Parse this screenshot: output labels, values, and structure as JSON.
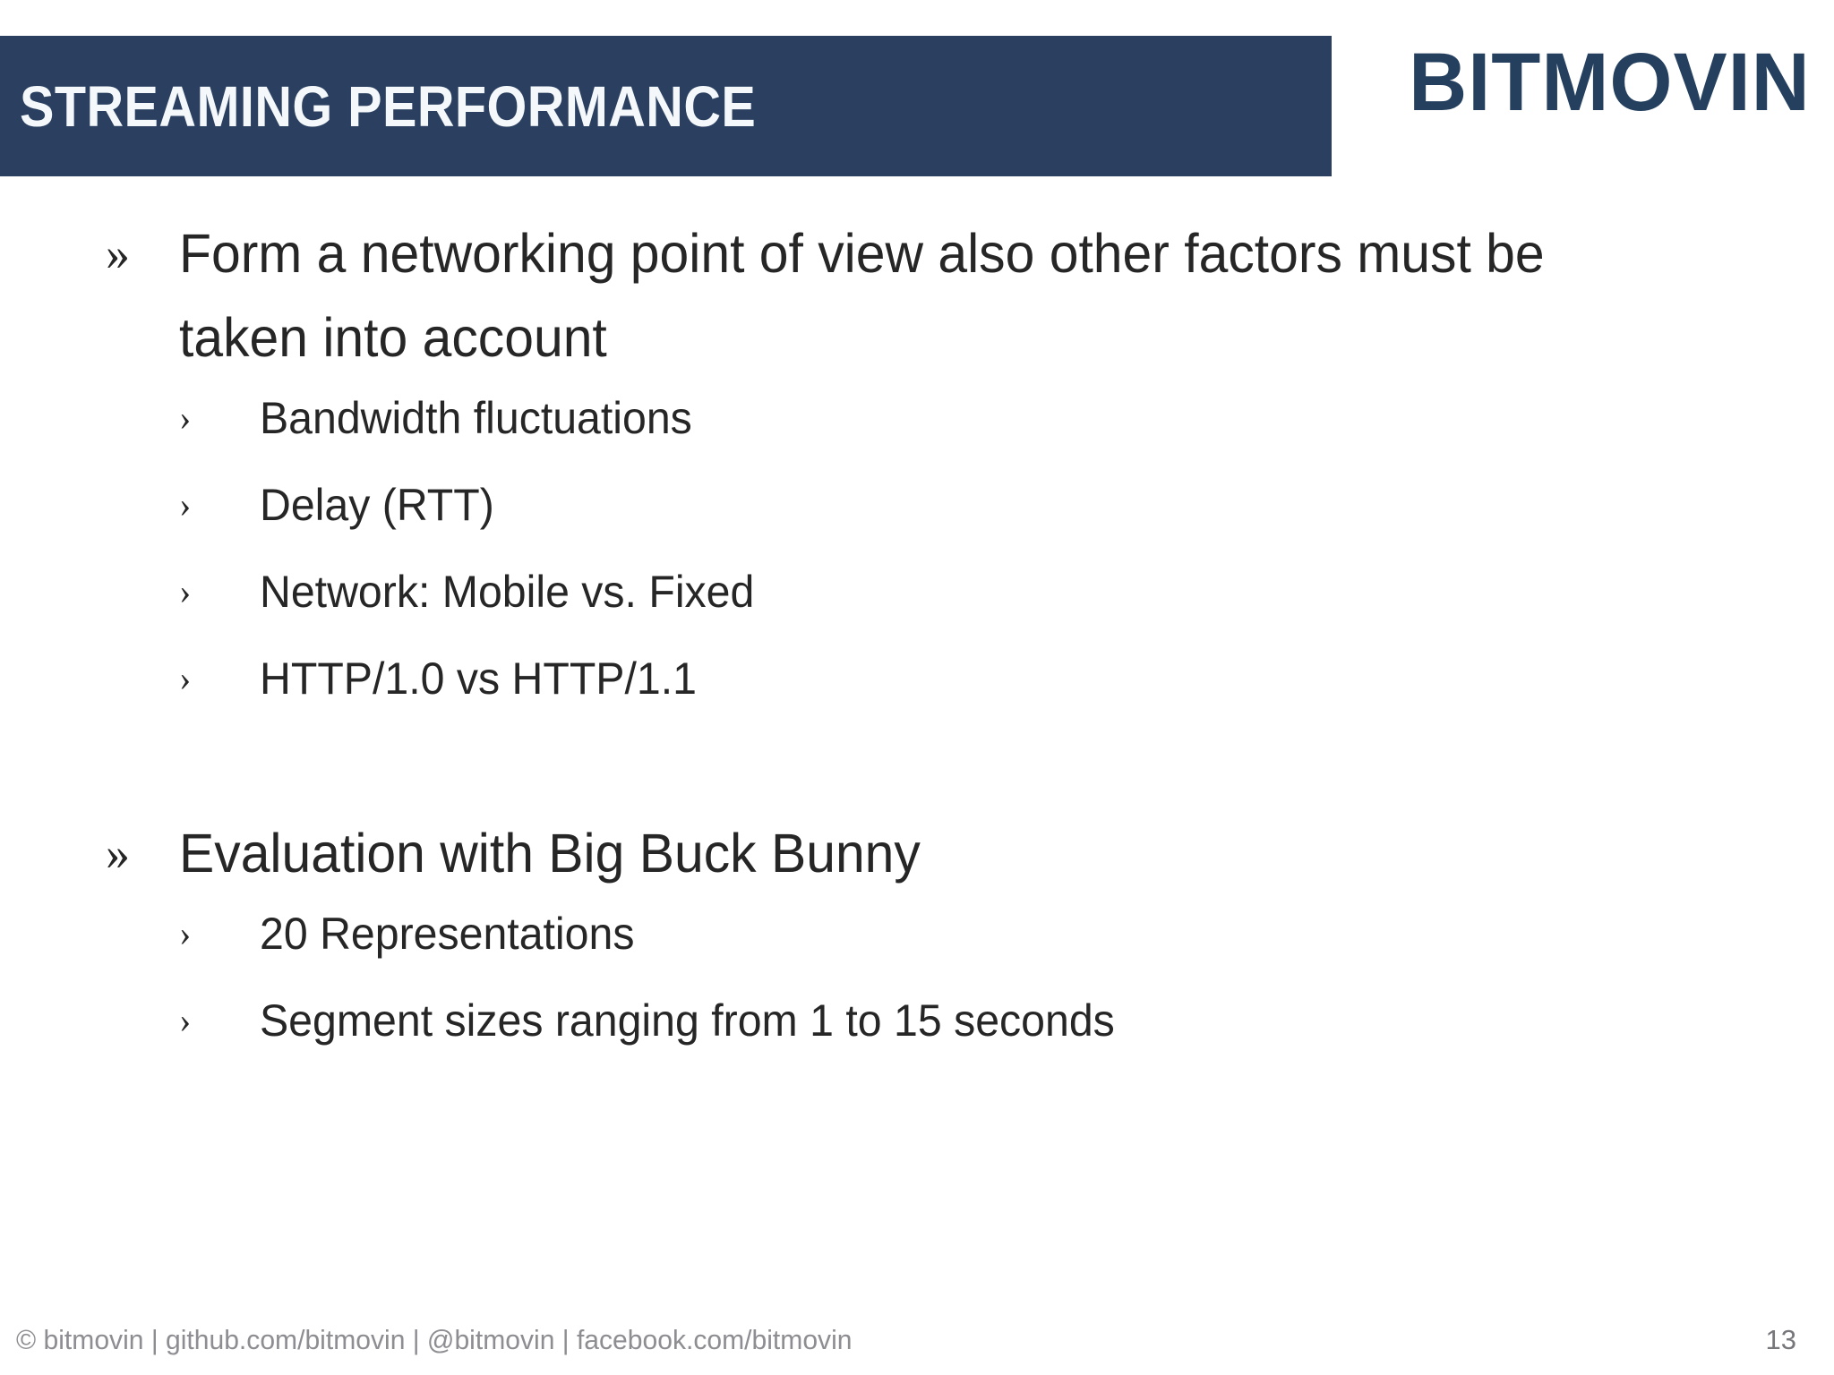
{
  "slide": {
    "title": "STREAMING PERFORMANCE",
    "brand": "BITMOVIN",
    "colors": {
      "header_bg": "#2B4060",
      "header_text": "#F4F8FB",
      "brand": "#25405F",
      "body_text": "#262626",
      "footer_text": "#8D8D92",
      "page_number": "#76767B",
      "background": "#FFFFFF"
    },
    "markers": {
      "level1": "»",
      "level2": "›"
    },
    "groups": [
      {
        "heading": "Form a networking point of view also other factors must be taken into account",
        "items": [
          "Bandwidth fluctuations",
          "Delay (RTT)",
          "Network: Mobile vs. Fixed",
          "HTTP/1.0 vs HTTP/1.1"
        ]
      },
      {
        "heading": "Evaluation with Big Buck Bunny",
        "items": [
          "20 Representations",
          "Segment sizes ranging from 1 to 15 seconds"
        ]
      }
    ]
  },
  "footer": {
    "credits": "© bitmovin | github.com/bitmovin | @bitmovin | facebook.com/bitmovin",
    "page_number": "13"
  }
}
